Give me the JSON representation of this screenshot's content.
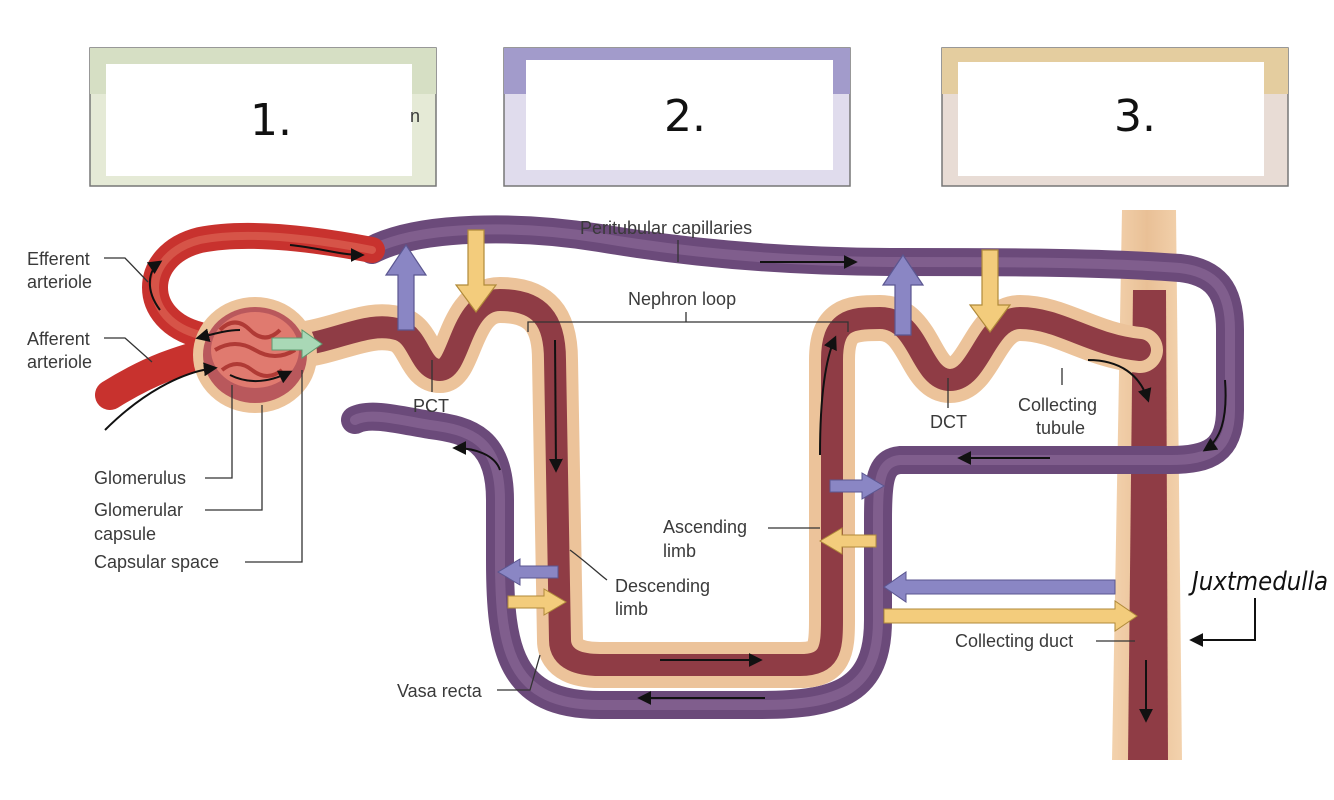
{
  "header_boxes": [
    {
      "number": "1.",
      "colors": {
        "band": "#d6dfc4",
        "fill": "#e5ead6"
      },
      "partial_text": "n"
    },
    {
      "number": "2.",
      "colors": {
        "band": "#a29bcb",
        "fill": "#e0dced"
      }
    },
    {
      "number": "3.",
      "colors": {
        "band": "#e4cd9f",
        "fill": "#e8dcd5"
      }
    }
  ],
  "labels": {
    "efferent_arteriole": [
      "Efferent",
      "arteriole"
    ],
    "afferent_arteriole": [
      "Afferent",
      "arteriole"
    ],
    "glomerulus": "Glomerulus",
    "glomerular_capsule": [
      "Glomerular",
      "capsule"
    ],
    "capsular_space": "Capsular space",
    "pct": "PCT",
    "peritubular_capillaries": "Peritubular capillaries",
    "nephron_loop": "Nephron loop",
    "dct": "DCT",
    "collecting_tubule": [
      "Collecting",
      "tubule"
    ],
    "ascending_limb": [
      "Ascending",
      "limb"
    ],
    "descending_limb": [
      "Descending",
      "limb"
    ],
    "collecting_duct": "Collecting duct",
    "vasa_recta": "Vasa recta"
  },
  "annotation": {
    "handwritten": "Juxtmedulla"
  },
  "colors": {
    "artery_red": "#c8322e",
    "vein_purple": "#6b4a7a",
    "tubule_tan": "#ecc39a",
    "tubule_lumen": "#8f3c45",
    "reabsorb_purple": "#8a86c4",
    "secrete_yellow": "#f3cc7c",
    "filtration_green": "#a9d8b6"
  }
}
